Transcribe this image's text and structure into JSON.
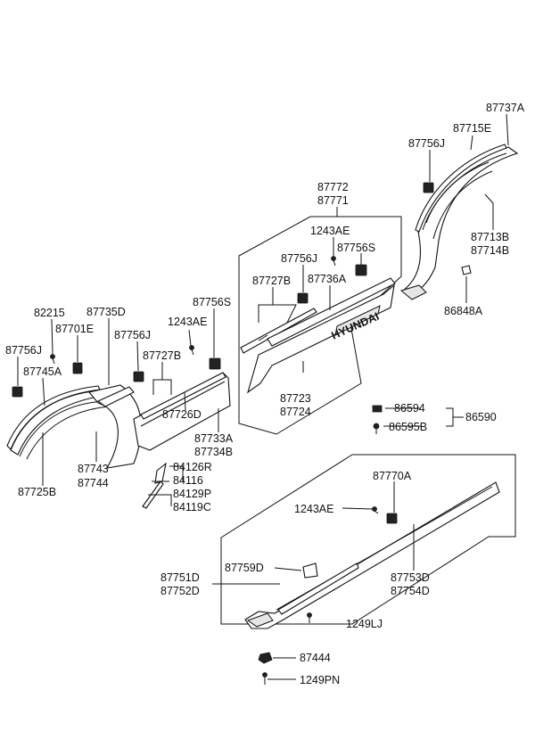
{
  "labels": {
    "p87737A": "87737A",
    "p87715E": "87715E",
    "p87756J_a": "87756J",
    "p87772": "87772",
    "p87771": "87771",
    "p1243AE_a": "1243AE",
    "p87756S_a": "87756S",
    "p87756J_b": "87756J",
    "p87727B_a": "87727B",
    "p87736A": "87736A",
    "p87713B": "87713B",
    "p87714B": "87714B",
    "p86848A": "86848A",
    "p82215": "82215",
    "p87735D": "87735D",
    "p87701E": "87701E",
    "p1243AE_b": "1243AE",
    "p87756S_b": "87756S",
    "p87756J_c": "87756J",
    "p87756J_d": "87756J",
    "p87745A": "87745A",
    "p87727B_b": "87727B",
    "p87723": "87723",
    "p87724": "87724",
    "p87726D": "87726D",
    "p86594": "86594",
    "p86590": "86590",
    "p86595B": "86595B",
    "p87733A": "87733A",
    "p87734B": "87734B",
    "p87743": "87743",
    "p87744": "87744",
    "p84126R": "84126R",
    "p84116": "84116",
    "p87725B": "87725B",
    "p84129P": "84129P",
    "p84119C": "84119C",
    "p87770A": "87770A",
    "p1243AE_c": "1243AE",
    "p87751D": "87751D",
    "p87752D": "87752D",
    "p87759D": "87759D",
    "p87753D": "87753D",
    "p87754D": "87754D",
    "p1249LJ": "1249LJ",
    "p87444": "87444",
    "p1249PN": "1249PN"
  },
  "emblem_text": "HYUNDAI"
}
